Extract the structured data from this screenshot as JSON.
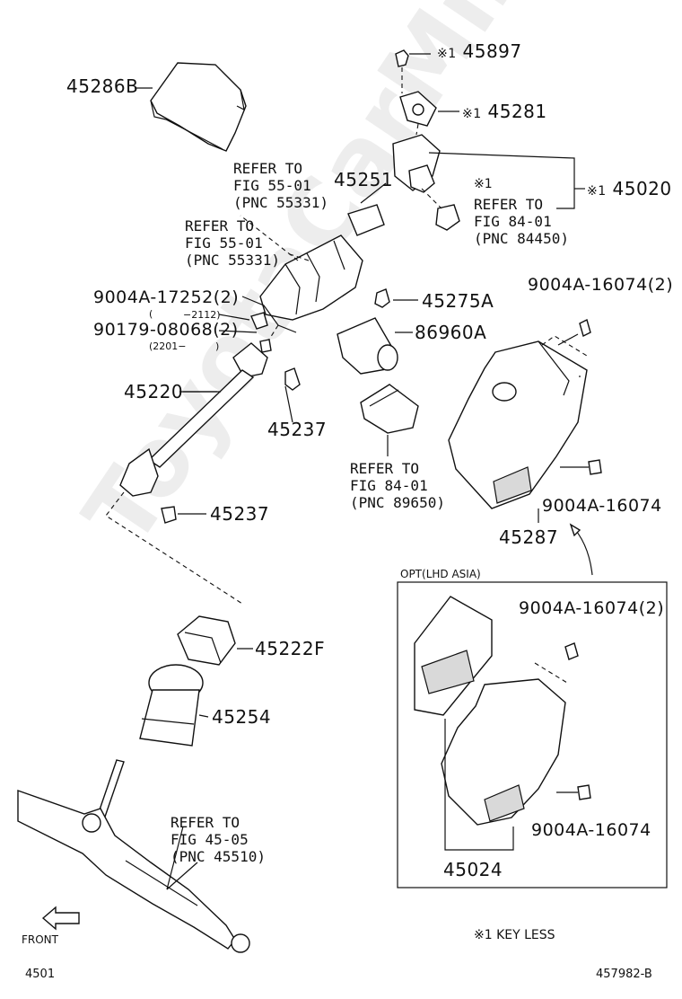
{
  "watermark": "ToyotaCarMine.ru",
  "labels": {
    "p45897": "45897",
    "p45281": "45281",
    "p45020": "45020",
    "p45286B": "45286B",
    "p45251": "45251",
    "p45275A": "45275A",
    "p86960A": "86960A",
    "p45220": "45220",
    "p45237a": "45237",
    "p45237b": "45237",
    "p45287": "45287",
    "p45222F": "45222F",
    "p45254": "45254",
    "p45024": "45024",
    "b9004A_2_top": "9004A-16074(2)",
    "b9004A_right": "9004A-16074",
    "b9004A_2_box": "9004A-16074(2)",
    "b9004A_box": "9004A-16074",
    "b9004A_17252": "9004A-17252(2)",
    "b90179": "90179-08068(2)",
    "note_2112": "−2112)",
    "note_2201": "(2201−",
    "paren_open": "(",
    "paren_close": ")"
  },
  "refs": {
    "ref_55_top": "REFER TO\nFIG 55-01\n(PNC 55331)",
    "ref_55_mid": "REFER TO\nFIG 55-01\n(PNC 55331)",
    "ref_84_top": "REFER TO\nFIG 84-01\n(PNC 84450)",
    "ref_84_low": "REFER TO\nFIG 84-01\n(PNC 89650)",
    "ref_45": "REFER TO\nFIG 45-05\n(PNC 45510)"
  },
  "markers": {
    "keyless_mark": "※1",
    "m45897": "※1",
    "m45281": "※1",
    "m45020": "※1"
  },
  "option_box": {
    "title": "OPT(LHD ASIA)"
  },
  "footer": {
    "front": "FRONT",
    "legend": "※1 KEY LESS",
    "fig_no": "4501",
    "drawing_no": "457982-B"
  }
}
